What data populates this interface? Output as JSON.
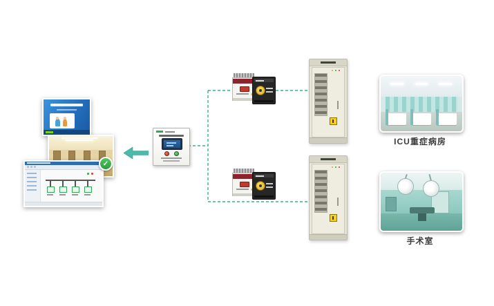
{
  "labels": {
    "icu_ward": "ICU重症病房",
    "operating_room": "手术室"
  },
  "icons": {
    "check": "✓",
    "flow_arrow": "left-arrow"
  },
  "colors": {
    "connector": "#35b193",
    "arrow": "#4db9a9",
    "check_green": "#35ad4a",
    "slide_blue": "#2a7ecb",
    "warm_photo_wall": "#e6d4a4",
    "cabinet_body": "#eceadd",
    "device_maroon": "#8c2430",
    "device_yellow": "#f2c230",
    "photo_teal": "#8cc8be",
    "label_text": "#3d3d3d"
  }
}
